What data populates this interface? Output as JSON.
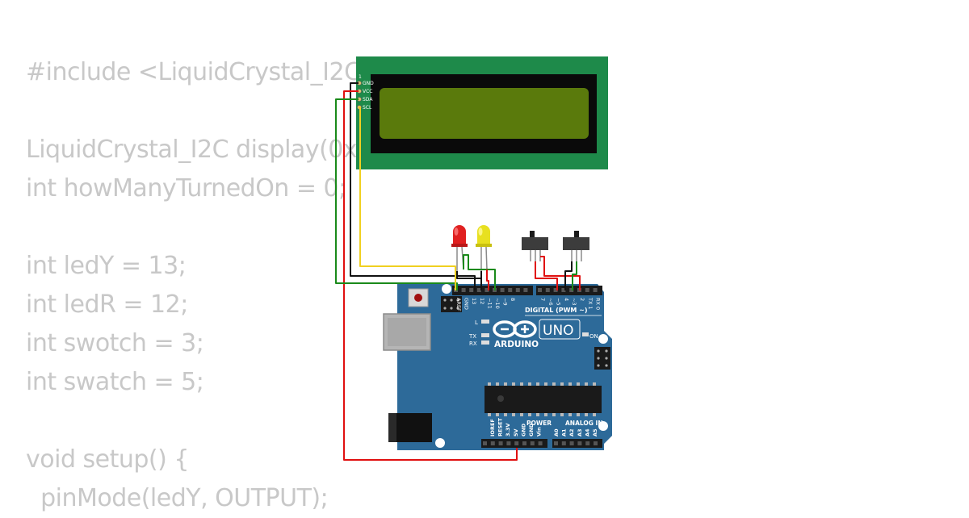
{
  "code_lines": [
    "#include <LiquidCrystal_I2C",
    "",
    "LiquidCrystal_I2C display(0x",
    "int howManyTurnedOn = 0;",
    "",
    "int ledY = 13;",
    "int ledR = 12;",
    "int swotch = 3;",
    "int swatch = 5;",
    "",
    "void setup() {",
    "  pinMode(ledY, OUTPUT);"
  ],
  "lcd": {
    "pin_labels": [
      "GND",
      "VCC",
      "SDA",
      "SCL"
    ],
    "pin_one_marker": "1",
    "screen_color": "#5a7a0c",
    "pcb_color": "#1e8a4a"
  },
  "arduino": {
    "board_color": "#2d6a99",
    "logo_text": "ARDUINO",
    "model": "UNO",
    "on_label": "ON",
    "l_label": "L",
    "tx_label": "TX",
    "rx_label": "RX",
    "digital_label": "DIGITAL (PWM ~)",
    "power_label": "POWER",
    "analog_label": "ANALOG IN",
    "digital_pins": [
      "AREF",
      "GND",
      "13",
      "12",
      "~11",
      "~10",
      "~9",
      "8",
      "7",
      "~6",
      "~5",
      "4",
      "~3",
      "2",
      "TX 1",
      "RX 0"
    ],
    "power_pins": [
      "IOREF",
      "RESET",
      "3.3V",
      "5V",
      "GND",
      "GND",
      "Vin"
    ],
    "analog_pins": [
      "A0",
      "A1",
      "A2",
      "A3",
      "A4",
      "A5"
    ]
  },
  "leds": [
    {
      "name": "red",
      "color": "#e02020"
    },
    {
      "name": "yellow",
      "color": "#e8e020"
    }
  ],
  "wire_colors": {
    "black": "#111111",
    "red": "#e01010",
    "green": "#1a8a1a",
    "yellow": "#f0d020"
  }
}
